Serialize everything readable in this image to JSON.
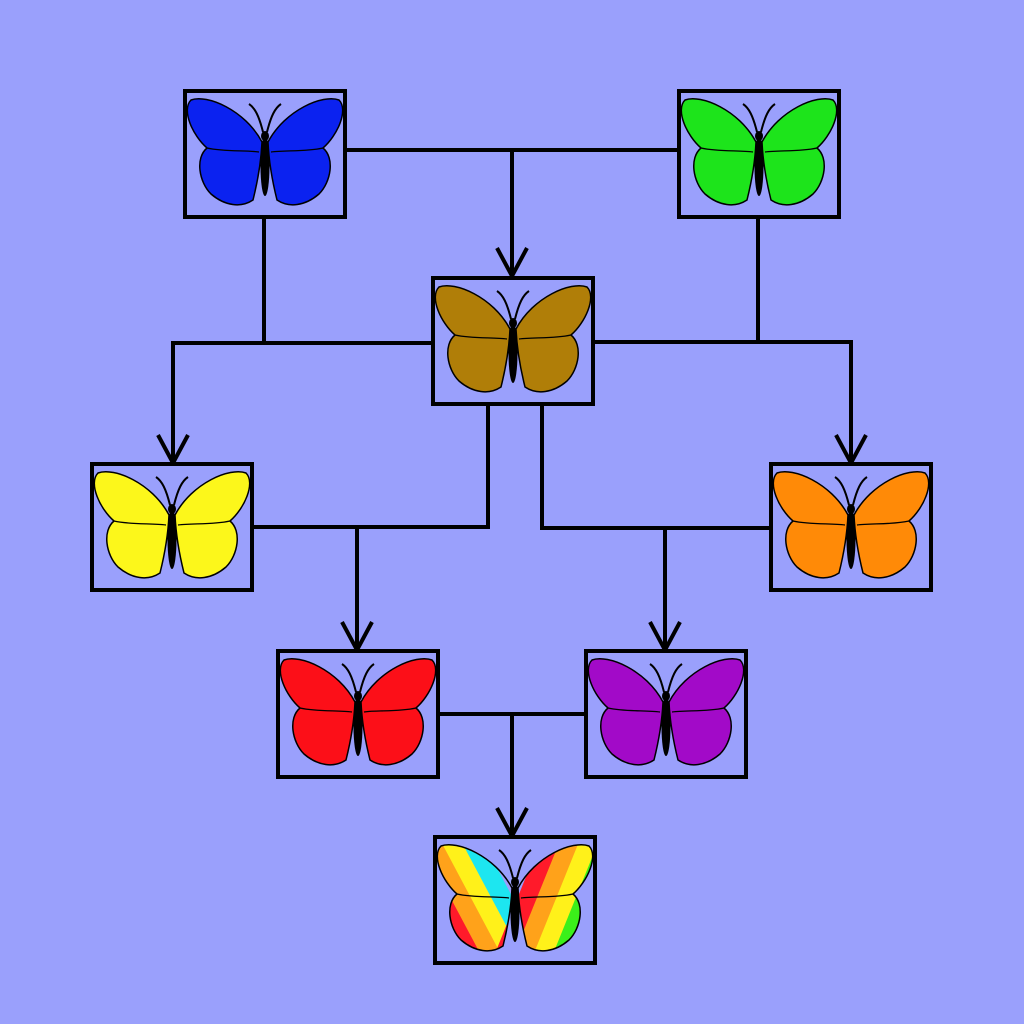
{
  "background": "#9aa0fc",
  "nodes": [
    {
      "id": "blue",
      "name": "butterfly-node-blue",
      "color": "#0b22f0",
      "pattern": "solid"
    },
    {
      "id": "green",
      "name": "butterfly-node-green",
      "color": "#1de41b",
      "pattern": "solid"
    },
    {
      "id": "brown",
      "name": "butterfly-node-brown",
      "color": "#b07e08",
      "pattern": "solid"
    },
    {
      "id": "yellow",
      "name": "butterfly-node-yellow",
      "color": "#fcf71b",
      "pattern": "solid"
    },
    {
      "id": "orange",
      "name": "butterfly-node-orange",
      "color": "#ff8a07",
      "pattern": "solid"
    },
    {
      "id": "red",
      "name": "butterfly-node-red",
      "color": "#fc0f18",
      "pattern": "solid"
    },
    {
      "id": "purple",
      "name": "butterfly-node-purple",
      "color": "#a20ac8",
      "pattern": "solid"
    },
    {
      "id": "rainbow",
      "name": "butterfly-node-rainbow",
      "color": "#ff1a2a",
      "pattern": "rainbow",
      "stripes": [
        "#ff1a2a",
        "#ffa21a",
        "#fff11a",
        "#3bf01a",
        "#1de6f0",
        "#b01ad8",
        "#ff1a2a",
        "#ffa21a",
        "#fff11a",
        "#1de6f0"
      ]
    }
  ],
  "edges": [
    {
      "parents": [
        "blue",
        "green"
      ],
      "child": "brown"
    },
    {
      "parents": [
        "blue",
        "brown"
      ],
      "child": "yellow"
    },
    {
      "parents": [
        "green",
        "brown"
      ],
      "child": "orange"
    },
    {
      "parents": [
        "yellow",
        "brown"
      ],
      "child": "red"
    },
    {
      "parents": [
        "brown",
        "orange"
      ],
      "child": "purple"
    },
    {
      "parents": [
        "red",
        "purple"
      ],
      "child": "rainbow"
    }
  ]
}
